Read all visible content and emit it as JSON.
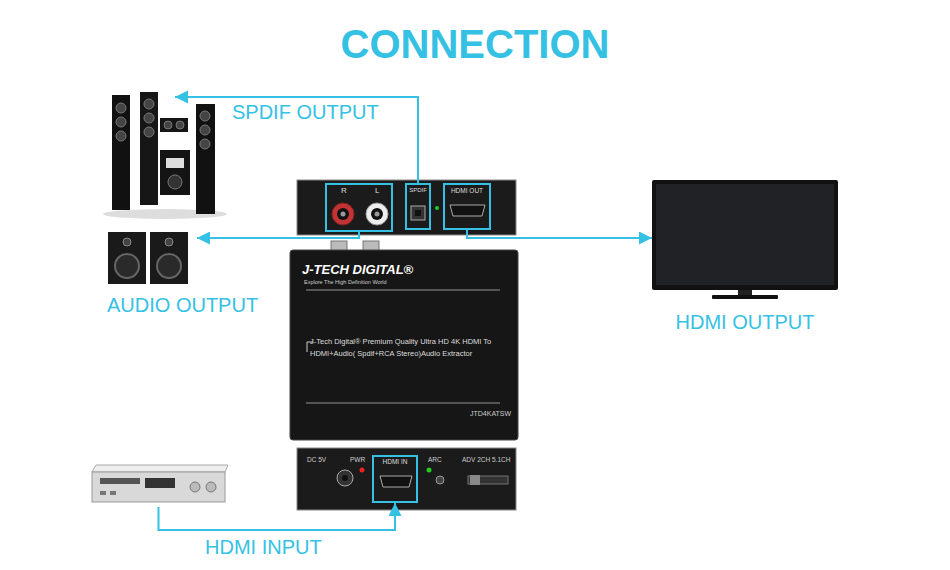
{
  "diagram": {
    "title": "CONNECTION",
    "nodes": [
      {
        "text": [
          "SPDIF OUTPUT"
        ]
      },
      {
        "text": [
          "R",
          "L"
        ]
      },
      {
        "text": [
          "SPDIF"
        ]
      },
      {
        "text": [
          "HDMI OUT"
        ]
      },
      {
        "text": [
          "AUDIO OUTPUT"
        ]
      },
      {
        "text": [
          "HDMI OUTPUT"
        ]
      },
      {
        "text": [
          "J-TECH DIGITAL®",
          "Explore The High Definition World",
          "J-Tech Digital® Premium Quality Ultra HD 4K HDMI To HDMI+Audio( Spdif+RCA Stereo)Audio Extractor",
          "JTD4KATSW"
        ]
      },
      {
        "text": [
          "DC 5V",
          "PWR",
          "ARC",
          "ADV 2CH 5.1CH"
        ]
      },
      {
        "text": [
          "HDMI IN"
        ],
        "in": 7
      },
      {
        "text": [
          "HDMI INPUT"
        ]
      }
    ],
    "edges": [
      {
        "from": 2,
        "to": 0,
        "arrow": "to"
      },
      {
        "from": 1,
        "to": 4,
        "arrow": "to"
      },
      {
        "from": 3,
        "to": 5,
        "arrow": "to"
      },
      {
        "from": 9,
        "to": 8,
        "arrow": "to"
      }
    ]
  }
}
